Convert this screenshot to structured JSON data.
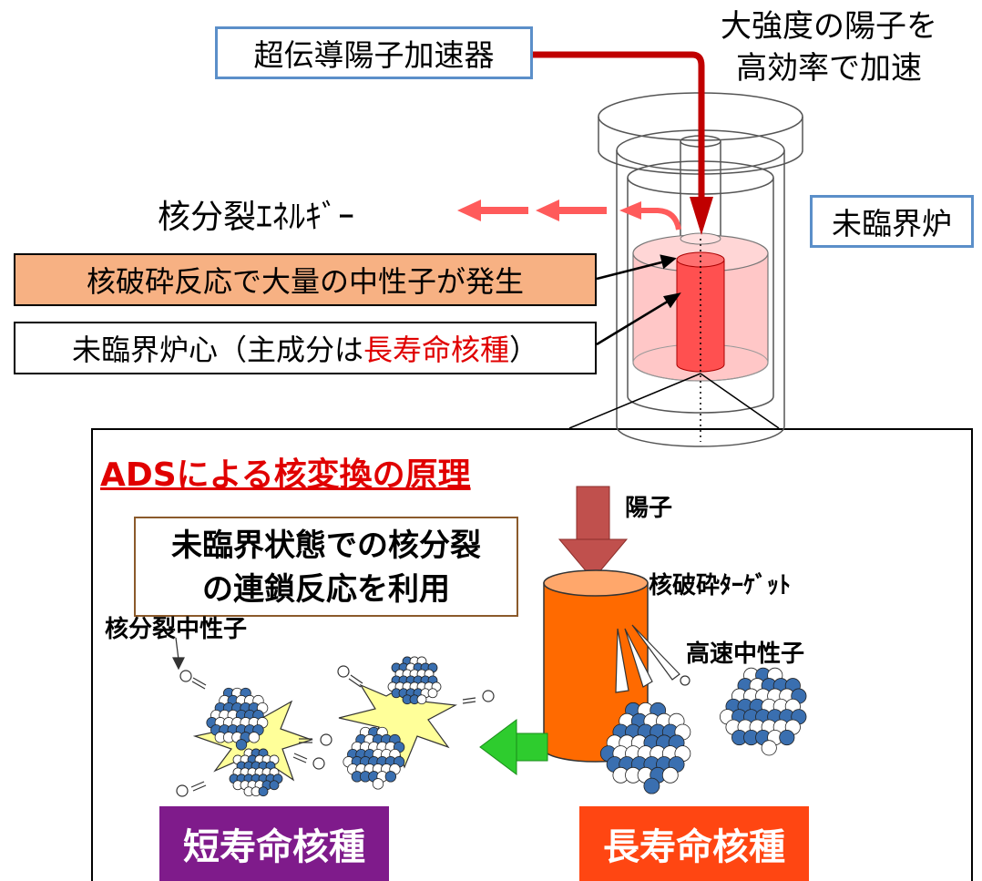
{
  "top": {
    "accelerator_label": "超伝導陽子加速器",
    "high_proton_text_line1": "大強度の陽子を",
    "high_proton_text_line2": "高効率で加速",
    "subcritical_reactor_label": "未臨界炉",
    "fission_energy_label": "核分裂ｴﾈﾙｷﾞｰ",
    "spallation_label": "核破砕反応で大量の中性子が発生",
    "core_label_prefix": "未臨界炉心（主成分は",
    "core_label_highlight": "長寿命核種",
    "core_label_suffix": "）"
  },
  "principle": {
    "title": "ADSによる核変換の原理",
    "subcritical_line1": "未臨界状態での核分裂",
    "subcritical_line2": "の連鎖反応を利用",
    "proton_label": "陽子",
    "target_label": "核破砕ﾀｰｹﾞｯﾄ",
    "fast_neutron_label": "高速中性子",
    "fission_neutron_label": "核分裂中性子",
    "short_lived_label": "短寿命核種",
    "long_lived_label": "長寿命核種"
  },
  "colors": {
    "beam": "#c00000",
    "energy_arrow": "#ff5b5b",
    "box_border": "#5b8fc9",
    "spallation_fill": "#f7b183",
    "core_fill": "#ffc7c7",
    "target_fill": "#ff6a00",
    "proton_arrow": "#c0504d",
    "green_arrow": "#2ecc2e",
    "short_lived_fill": "#7f1b8b",
    "long_lived_fill": "#ff4612",
    "nucleus_blue": "#3a6fb0",
    "starburst": "#ffff99"
  }
}
